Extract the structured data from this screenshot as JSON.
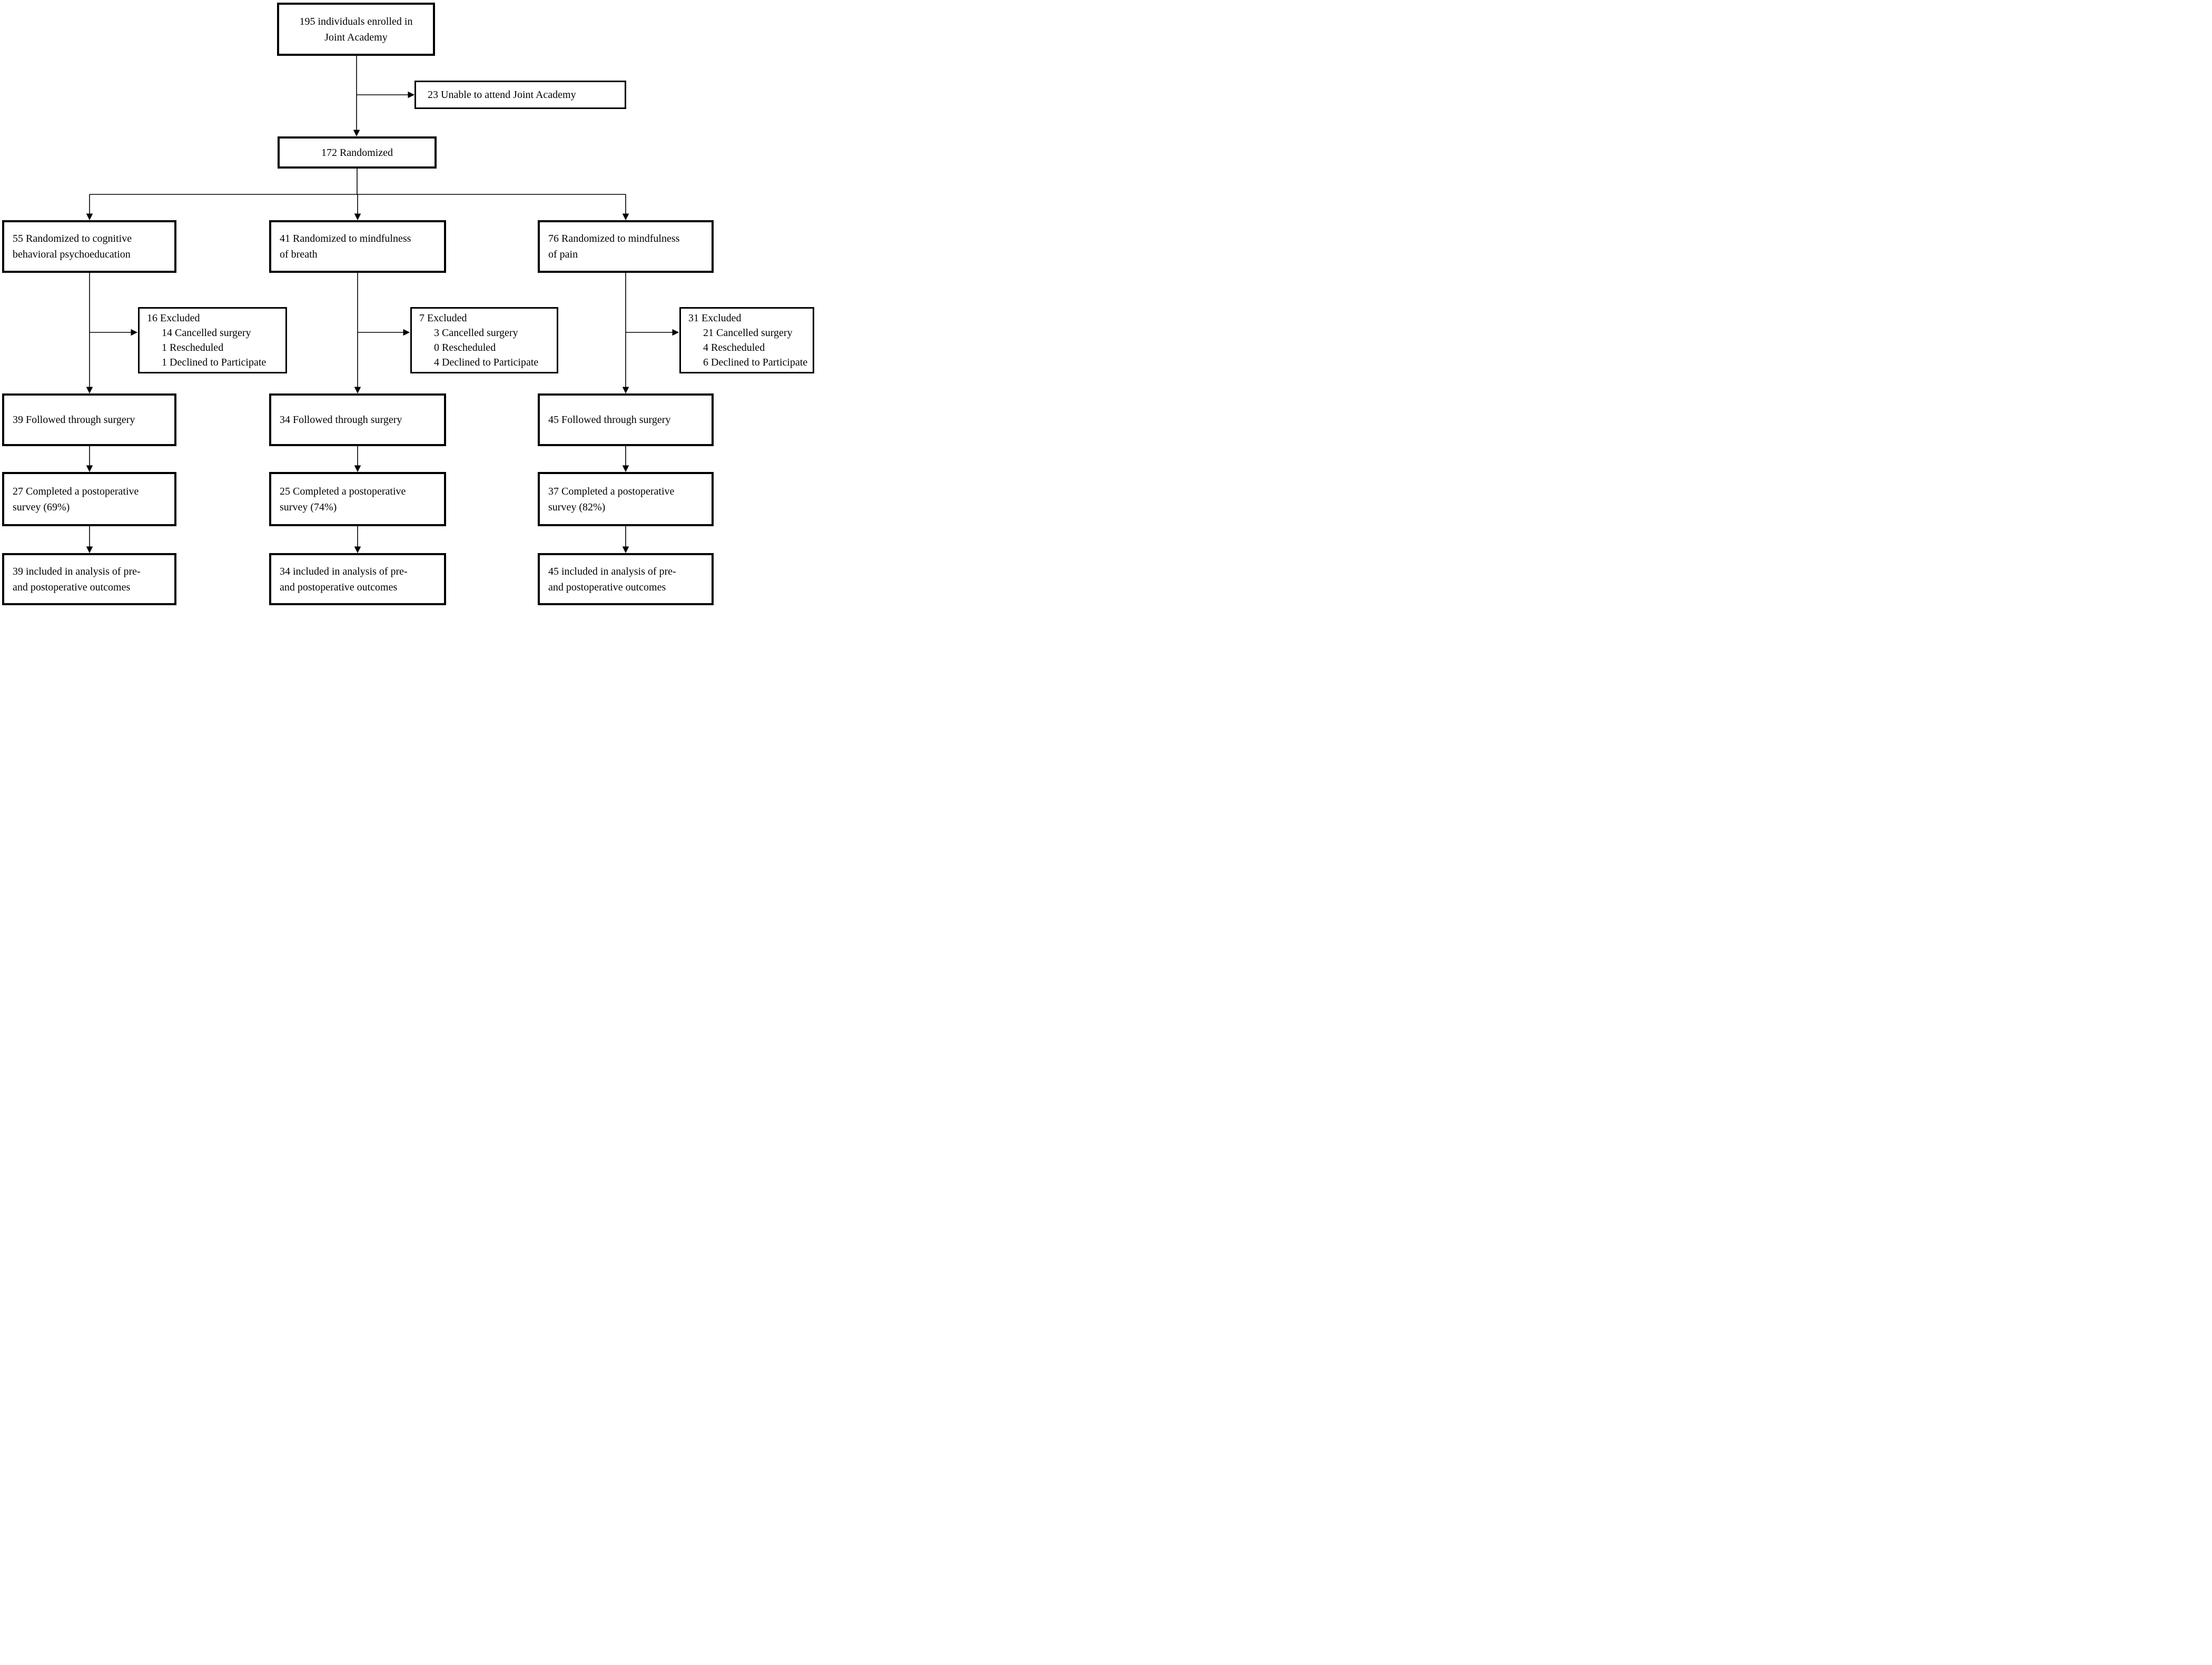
{
  "flowchart": {
    "enrolled": "195 individuals enrolled in\nJoint Academy",
    "unable": "23 Unable to attend Joint Academy",
    "randomized": "172 Randomized",
    "columns": [
      {
        "arm": "55 Randomized to cognitive\nbehavioral psychoeducation",
        "excluded_total": "16 Excluded",
        "excluded_reasons": [
          "14 Cancelled surgery",
          "1 Rescheduled",
          "1 Declined to Participate"
        ],
        "followed": "39 Followed through surgery",
        "completed": "27 Completed a postoperative\nsurvey (69%)",
        "analysis": "39 included in analysis of pre-\nand postoperative outcomes"
      },
      {
        "arm": "41 Randomized to mindfulness\nof breath",
        "excluded_total": "7 Excluded",
        "excluded_reasons": [
          "3 Cancelled surgery",
          "0 Rescheduled",
          "4 Declined to Participate"
        ],
        "followed": "34 Followed through surgery",
        "completed": "25 Completed a postoperative\nsurvey (74%)",
        "analysis": "34 included in analysis of pre-\nand postoperative outcomes"
      },
      {
        "arm": "76 Randomized to mindfulness\nof pain",
        "excluded_total": "31 Excluded",
        "excluded_reasons": [
          "21 Cancelled surgery",
          "4 Rescheduled",
          "6 Declined to Participate"
        ],
        "followed": "45 Followed through surgery",
        "completed": "37 Completed a postoperative\nsurvey (82%)",
        "analysis": "45 included in analysis of pre-\nand postoperative outcomes"
      }
    ],
    "colors": {
      "line": "#000000",
      "background": "#ffffff",
      "text": "#000000"
    }
  }
}
